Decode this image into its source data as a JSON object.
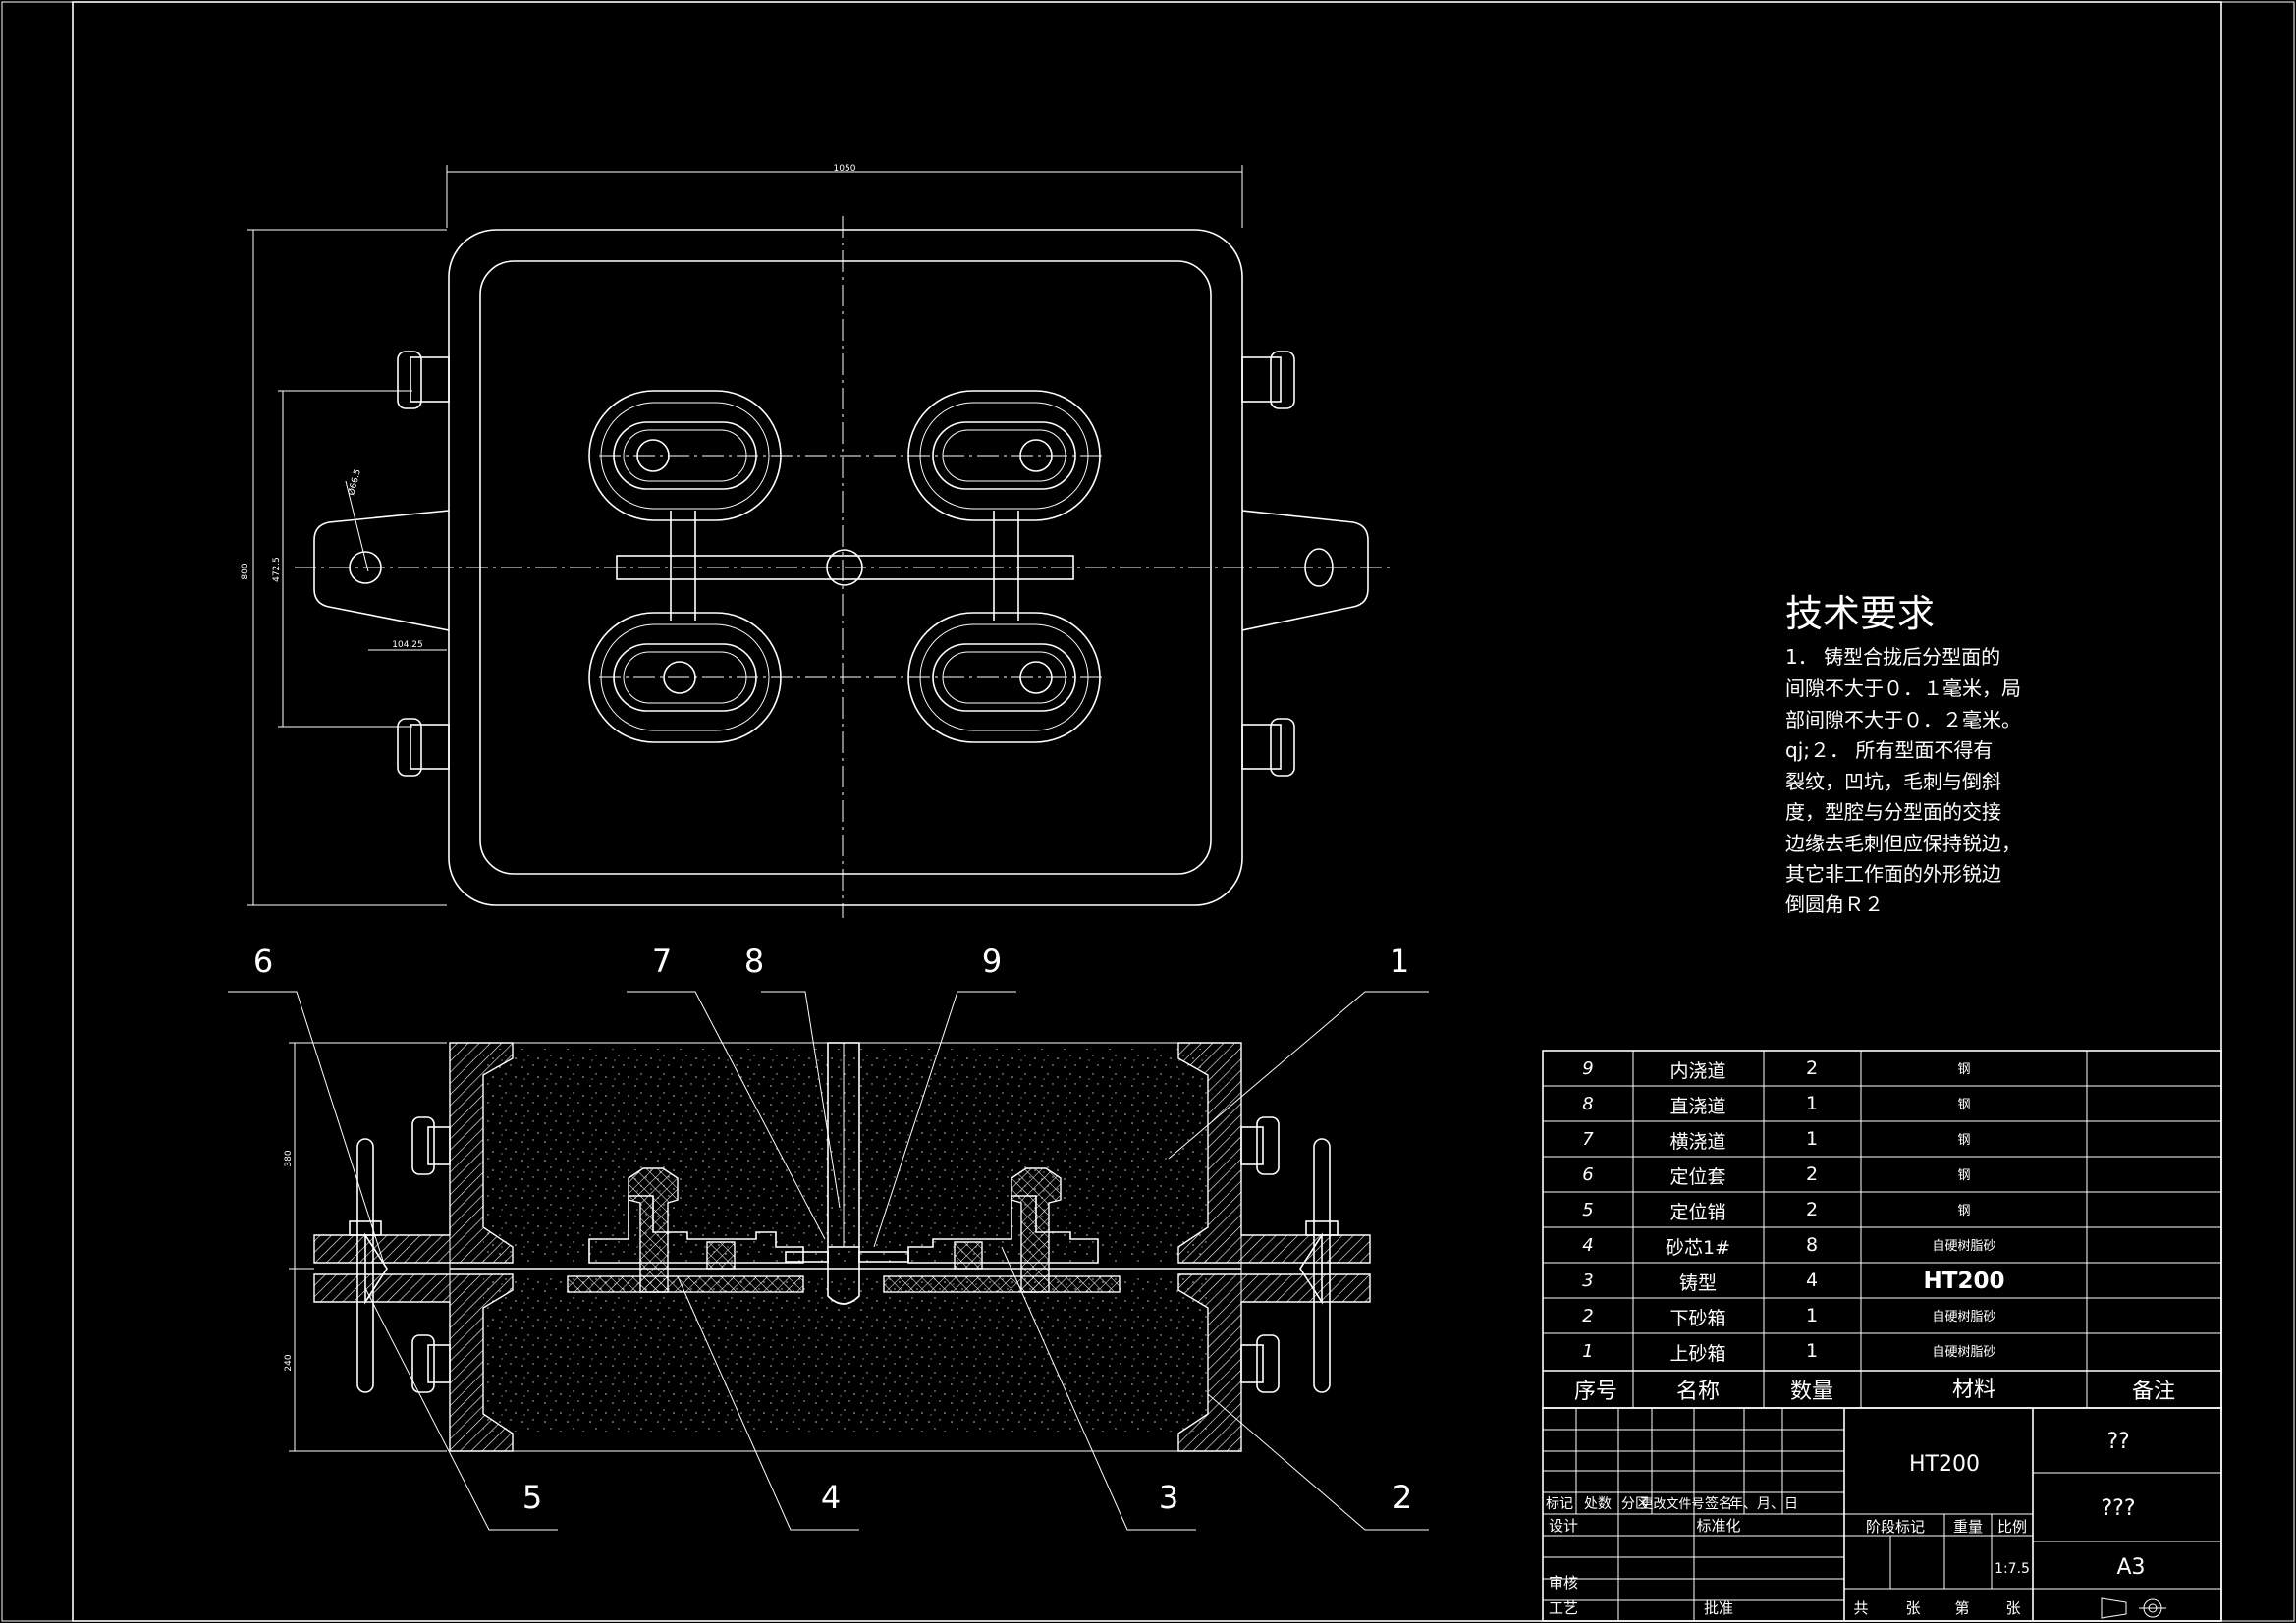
{
  "balloons": [
    "6",
    "7",
    "8",
    "9",
    "1",
    "5",
    "4",
    "3",
    "2"
  ],
  "dimensions": {
    "top_width": "1050",
    "left_height": "800",
    "inner_height": "472.5",
    "lug_small": "104.25",
    "lug_dia": "Ø66.5",
    "sec_upper": "380",
    "sec_lower": "240"
  },
  "tech": {
    "title": "技术要求",
    "lines": [
      "1． 铸型合拢后分型面的",
      "间隙不大于０．１毫米，局",
      "部间隙不大于０．２毫米。",
      "qj;２． 所有型面不得有",
      "裂纹，凹坑，毛刺与倒斜",
      "度，型腔与分型面的交接",
      "边缘去毛刺但应保持锐边，",
      "其它非工作面的外形锐边",
      "倒圆角Ｒ２"
    ]
  },
  "bom": {
    "rows": [
      {
        "no": "9",
        "name": "内浇道",
        "qty": "2",
        "material": "钢"
      },
      {
        "no": "8",
        "name": "直浇道",
        "qty": "1",
        "material": "钢"
      },
      {
        "no": "7",
        "name": "横浇道",
        "qty": "1",
        "material": "钢"
      },
      {
        "no": "6",
        "name": "定位套",
        "qty": "2",
        "material": "钢"
      },
      {
        "no": "5",
        "name": "定位销",
        "qty": "2",
        "material": "钢"
      },
      {
        "no": "4",
        "name": "砂芯1#",
        "qty": "8",
        "material": "自硬树脂砂"
      },
      {
        "no": "3",
        "name": "铸型",
        "qty": "4",
        "material": "HT200"
      },
      {
        "no": "2",
        "name": "下砂箱",
        "qty": "1",
        "material": "自硬树脂砂"
      },
      {
        "no": "1",
        "name": "上砂箱",
        "qty": "1",
        "material": "自硬树脂砂"
      }
    ],
    "header": {
      "no": "序号",
      "name": "名称",
      "qty": "数量",
      "material": "材料",
      "remark": "备注"
    }
  },
  "title_block": {
    "material": "HT200",
    "name_placeholder": "??",
    "drawing_no": "???",
    "cols": [
      "标记",
      "处数",
      "分区",
      "更改文件号",
      "签名",
      "年、月、日"
    ],
    "design": "设计",
    "standard": "标准化",
    "stage": "阶段标记",
    "weight": "重量",
    "scale_label": "比例",
    "scale": "1:7.5",
    "review": "审核",
    "process": "工艺",
    "approve": "批准",
    "total": "共",
    "sheet_unit1": "张",
    "sheet_no": "第",
    "sheet_unit2": "张",
    "size": "A3"
  }
}
